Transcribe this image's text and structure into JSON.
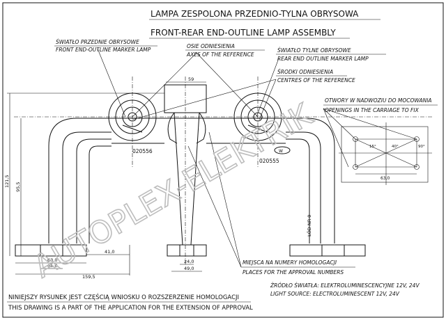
{
  "title": {
    "pl": "LAMPA ZESPOLONA PRZEDNIO-TYLNA OBRYSOWA",
    "en": "FRONT-REAR END-OUTLINE LAMP ASSEMBLY"
  },
  "callouts": {
    "front_pl": "ŚWIATŁO PRZEDNIE OBRYSOWE",
    "front_en": "FRONT END-OUTLINE MARKER LAMP",
    "axes_pl": "OSIE ODNIESIENIA",
    "axes_en": "AXES OF THE REFERENCE",
    "rear_pl": "ŚWIATŁO TYLNE OBRYSOWE",
    "rear_en": "REAR END OUTLINE MARKER LAMP",
    "centres_pl": "ŚRODKI ODNIESIENIA",
    "centres_en": "CENTRES OF THE REFERENCE",
    "holes_pl": "OTWORY W NADWOZIU DO MOCOWANIA",
    "holes_en": "OPENINGS IN THE CARRIAGE TO FIX",
    "places_pl": "MIEJSCA NA NUMERY HOMOLOGACJI",
    "places_en": "PLACES FOR THE APPROVAL NUMBERS"
  },
  "part_numbers": {
    "left": "020556",
    "right": "020555"
  },
  "dimensions": {
    "top_width": "59",
    "height_total": "121,5",
    "height_inner": "95,5",
    "foot_a": "63,0",
    "foot_b": "65,0",
    "spread": "41,0",
    "base_length": "159,5",
    "column_a": "24,0",
    "column_b": "49,0",
    "hole_spacing": "63,0",
    "hole_angle_a": "15°",
    "hole_angle_b": "40°",
    "hole_angle_c": "90°"
  },
  "labels": {
    "lamp_badge": "W",
    "side_mark": "ŁÓD NR-0"
  },
  "light_source": {
    "pl": "ŹRÓDŁO ŚWIATŁA: ELEKTROLUMINESCENCYJNE 12V, 24V",
    "en": "LIGHT SOURCE: ELECTROLUMINESCENT 12V, 24V"
  },
  "footer": {
    "pl": "NINIEJSZY RYSUNEK JEST CZĘŚCIĄ WNIOSKU O ROZSZERZENIE HOMOLOGACJI",
    "en": "THIS DRAWING IS A PART OF THE APPLICATION FOR THE EXTENSION OF APPROVAL"
  },
  "watermark": "AUTOPLEX-ELEKTRIK",
  "colors": {
    "ink": "#111111",
    "watermark": "#bdbdbd"
  }
}
